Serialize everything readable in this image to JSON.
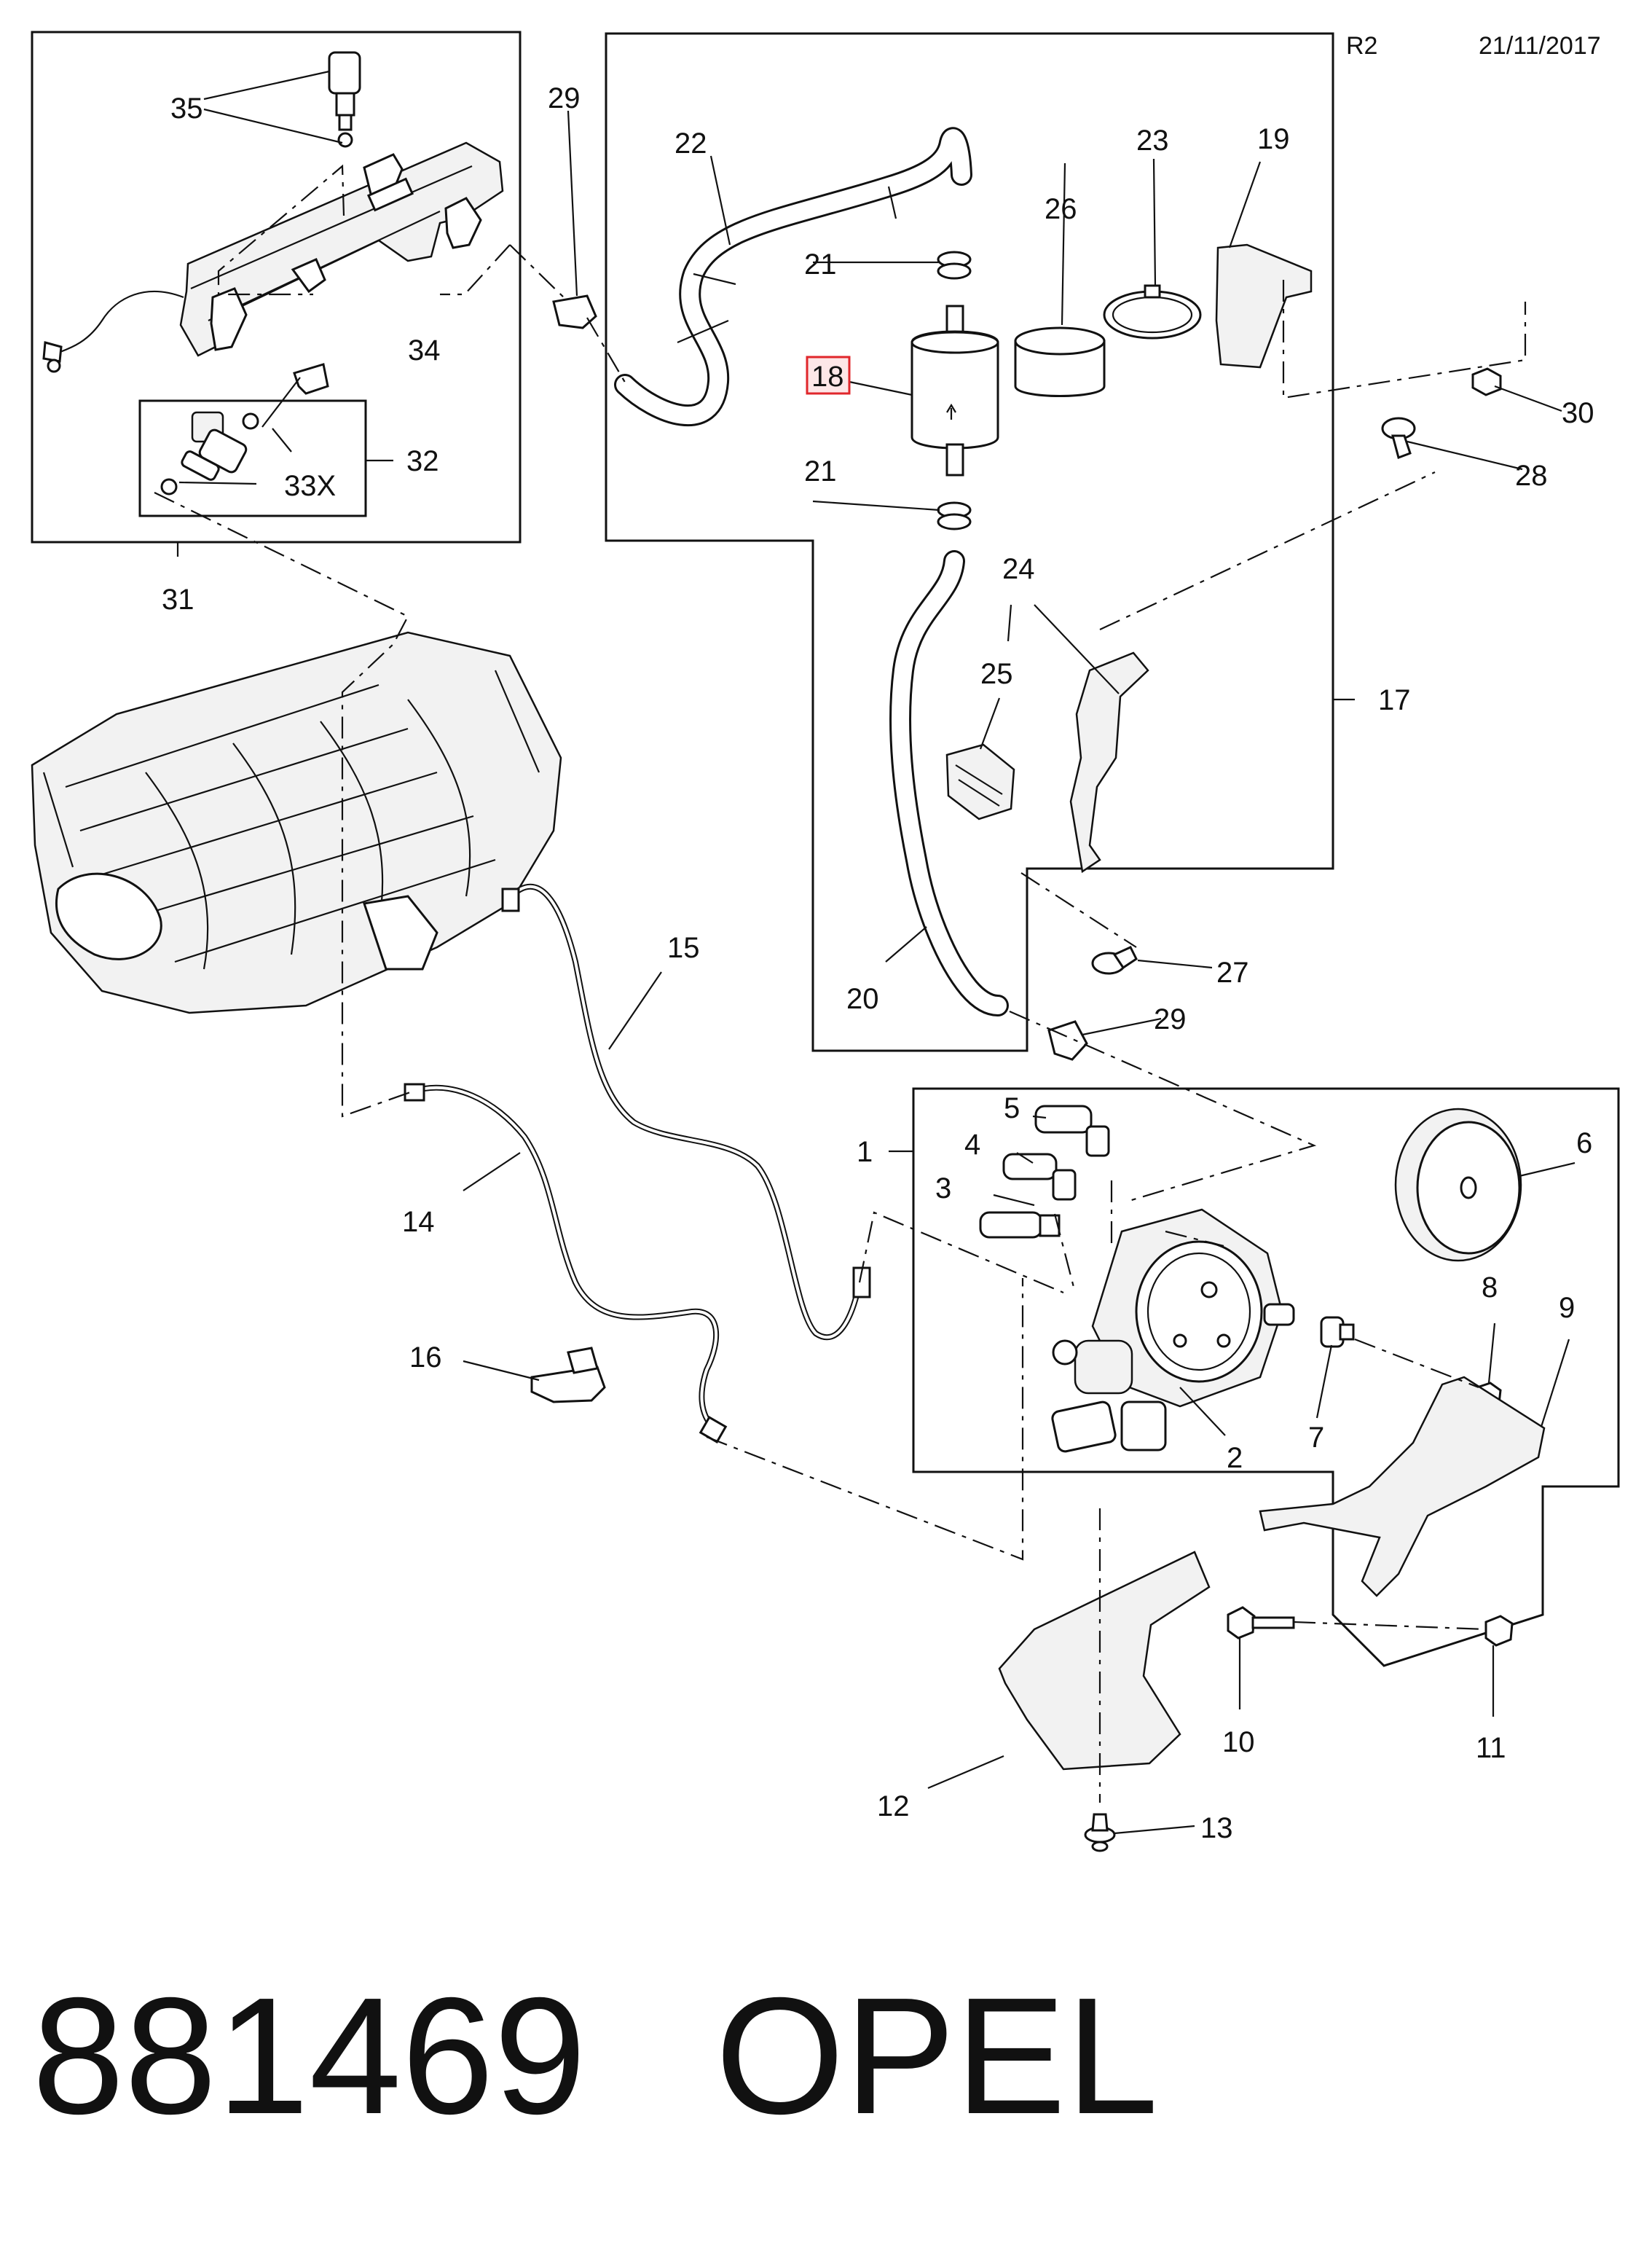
{
  "header": {
    "revision": "R2",
    "date": "21/11/2017"
  },
  "footer": {
    "part_number": "881469",
    "brand": "OPEL"
  },
  "highlight_color": "#e0262b",
  "highlighted_callout": "18",
  "callouts": {
    "c1": "1",
    "c2": "2",
    "c3": "3",
    "c4": "4",
    "c5": "5",
    "c6": "6",
    "c7": "7",
    "c8": "8",
    "c9": "9",
    "c10": "10",
    "c11": "11",
    "c12": "12",
    "c13": "13",
    "c14": "14",
    "c15": "15",
    "c16": "16",
    "c17": "17",
    "c18": "18",
    "c19": "19",
    "c20": "20",
    "c21a": "21",
    "c21b": "21",
    "c22": "22",
    "c23": "23",
    "c24": "24",
    "c25": "25",
    "c26": "26",
    "c27": "27",
    "c28": "28",
    "c29a": "29",
    "c29b": "29",
    "c30": "30",
    "c31": "31",
    "c32": "32",
    "c33": "33X",
    "c34": "34",
    "c35": "35"
  }
}
